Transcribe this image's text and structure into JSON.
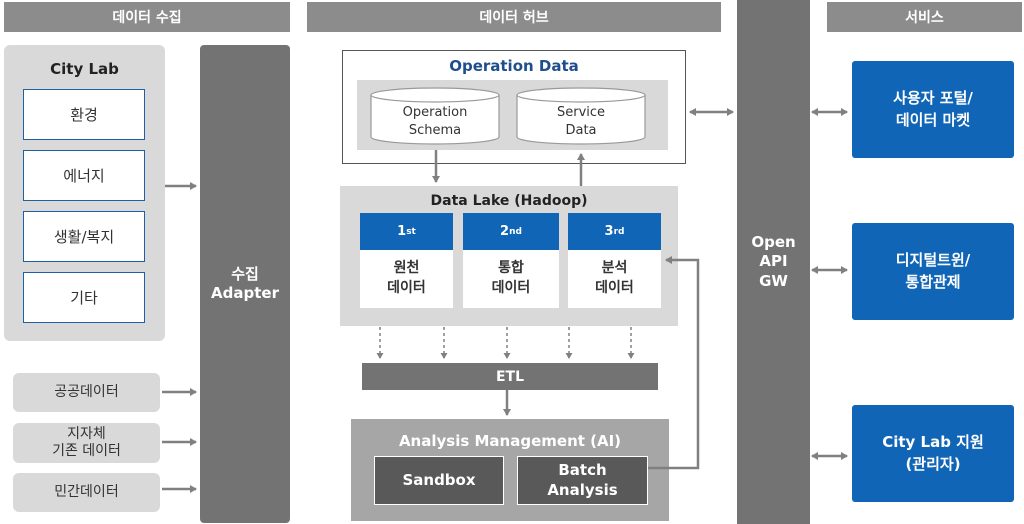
{
  "headers": {
    "collection": "데이터 수집",
    "hub": "데이터 허브",
    "services": "서비스"
  },
  "citylab": {
    "title": "City Lab",
    "items": [
      "환경",
      "에너지",
      "생활/복지",
      "기타"
    ]
  },
  "external_sources": [
    "공공데이터",
    "지자체\n기존 데이터",
    "민간데이터"
  ],
  "adapter": {
    "line1": "수집",
    "line2": "Adapter"
  },
  "operation_data": {
    "title": "Operation Data",
    "schema": "Operation\nSchema",
    "service": "Service\nData"
  },
  "data_lake": {
    "title": "Data Lake (Hadoop)",
    "stages": [
      {
        "num": "1",
        "sup": "st",
        "label": "원천\n데이터"
      },
      {
        "num": "2",
        "sup": "nd",
        "label": "통합\n데이터"
      },
      {
        "num": "3",
        "sup": "rd",
        "label": "분석\n데이터"
      }
    ]
  },
  "etl": "ETL",
  "analysis": {
    "title": "Analysis Management (AI)",
    "sandbox": "Sandbox",
    "batch": "Batch\nAnalysis"
  },
  "gateway": "Open\nAPI\nGW",
  "services": [
    "사용자 포털/\n데이터 마켓",
    "디지털트윈/\n통합관제",
    "City Lab 지원\n(관리자)"
  ],
  "colors": {
    "header_gray": "#8c8c8c",
    "column_dark": "#737373",
    "light_gray": "#d9d9d9",
    "brand_blue": "#1065b6",
    "box_dark": "#595959"
  }
}
